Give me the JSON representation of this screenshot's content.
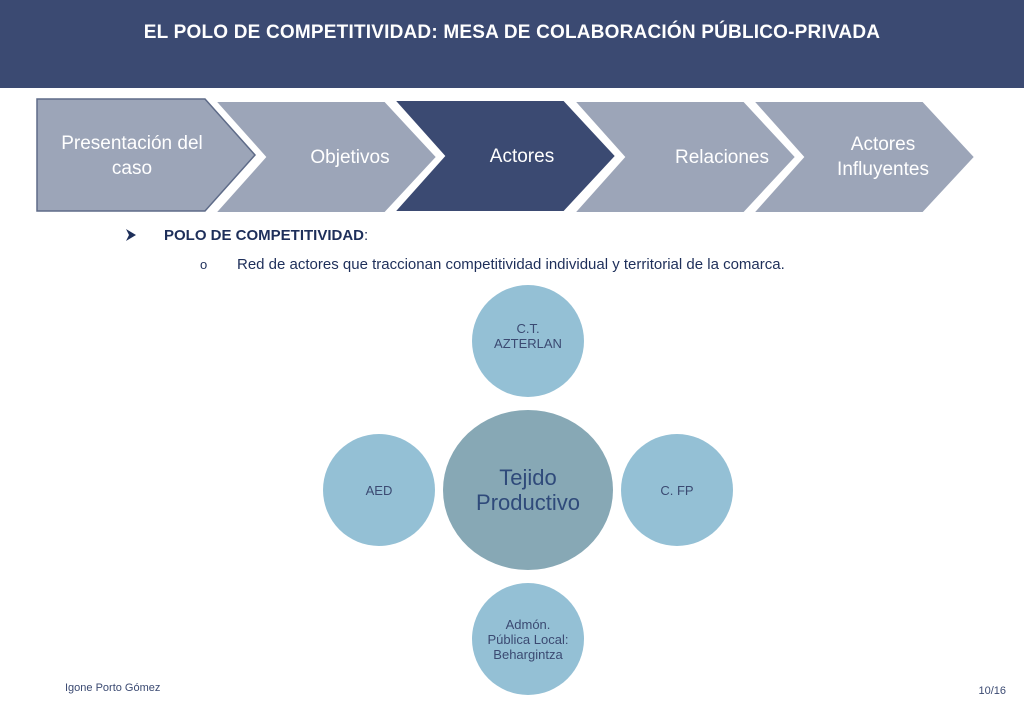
{
  "header": {
    "title": "EL POLO DE COMPETITIVIDAD: MESA DE COLABORACIÓN PÚBLICO-PRIVADA"
  },
  "steps": [
    {
      "label": "Presentación del caso",
      "state": "inactive"
    },
    {
      "label": "Objetivos",
      "state": "inactive"
    },
    {
      "label": "Actores",
      "state": "active"
    },
    {
      "label": "Relaciones",
      "state": "inactive"
    },
    {
      "label": "Actores Influyentes",
      "state": "inactive"
    }
  ],
  "colors": {
    "header": "#3b4a72",
    "step_inactive": "#9ca5b8",
    "step_active": "#3b4a72",
    "circle": "#94c0d5",
    "center": "#87a8b5"
  },
  "content": {
    "bullet1_bold": "POLO DE COMPETITIVIDAD",
    "bullet1_suffix": ":",
    "bullet2": "Red de actores que traccionan competitividad individual y territorial de la comarca."
  },
  "diagram": {
    "center": "Tejido Productivo",
    "top": "C.T. AZTERLAN",
    "left": "AED",
    "right": "C. FP",
    "bottom": "Admón. Pública Local: Behargintza"
  },
  "footer": {
    "author": "Igone Porto Gómez",
    "page": "10/16"
  }
}
